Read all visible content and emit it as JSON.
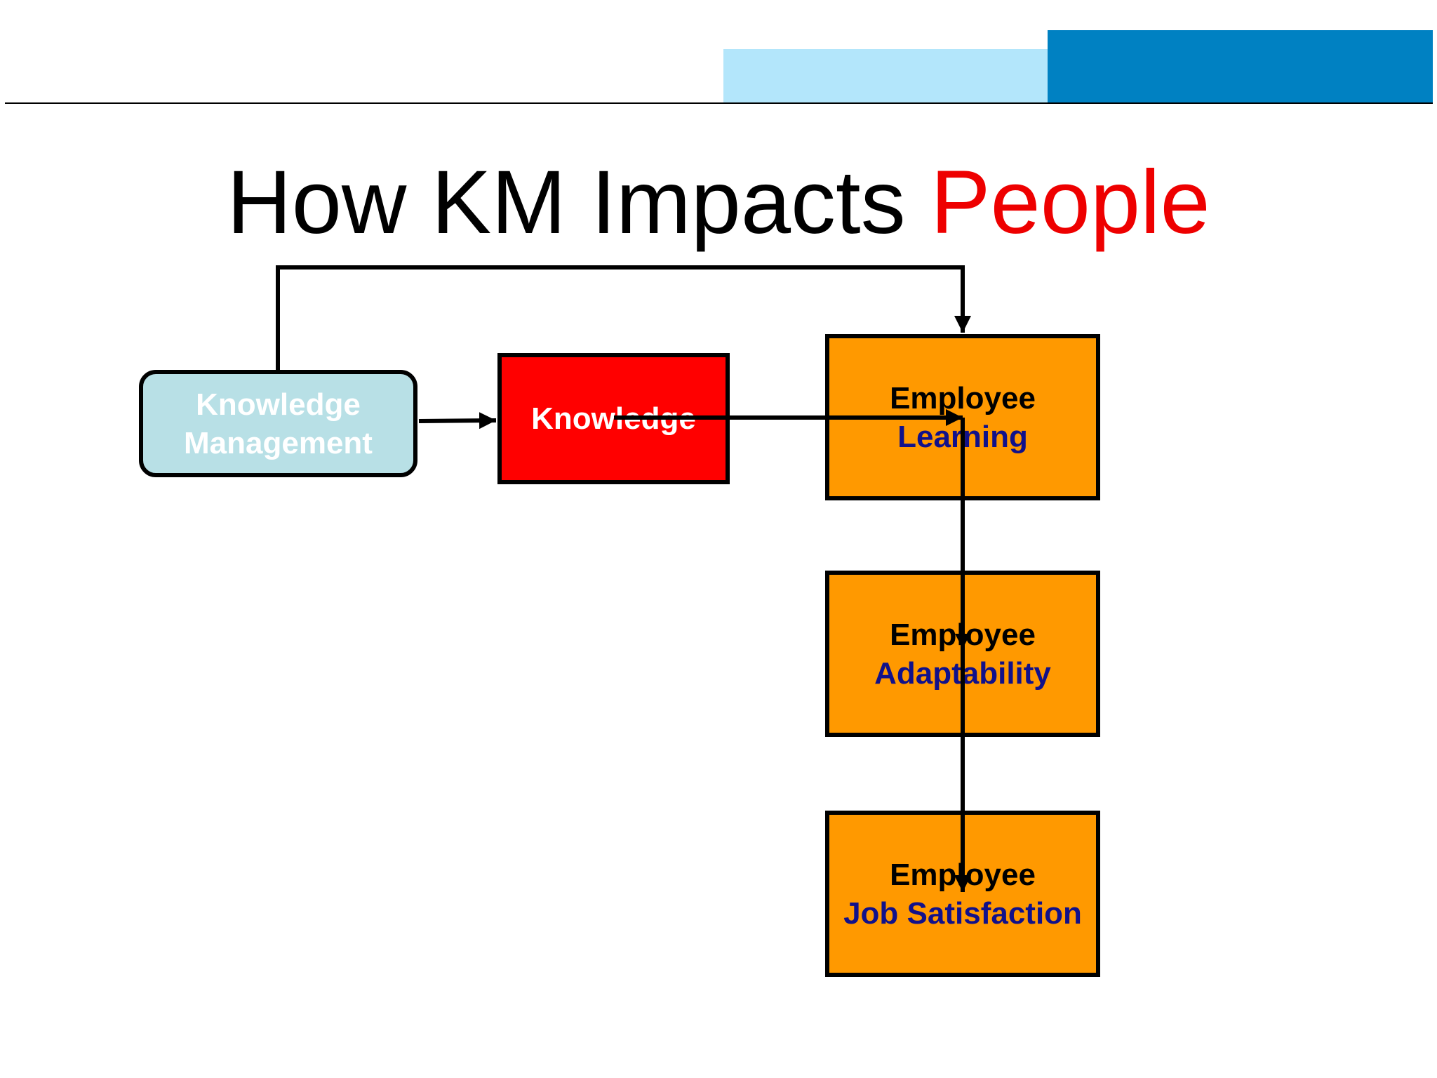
{
  "slide": {
    "title_main": "How KM Impacts ",
    "title_accent": "People"
  },
  "nodes": {
    "knowledge_management": {
      "line1": "Knowledge",
      "line2": "Management"
    },
    "knowledge": {
      "label": "Knowledge"
    },
    "employee_learning": {
      "line1": "Employee",
      "line2": "Learning"
    },
    "employee_adaptability": {
      "line1": "Employee",
      "line2": "Adaptability"
    },
    "employee_job_satisfaction": {
      "line1": "Employee",
      "line2": "Job Satisfaction"
    }
  },
  "edges": [
    {
      "from": "knowledge_management",
      "to": "employee_learning"
    },
    {
      "from": "knowledge_management",
      "to": "knowledge"
    },
    {
      "from": "knowledge",
      "to": "employee_learning"
    },
    {
      "from": "employee_learning",
      "to": "employee_job_satisfaction"
    }
  ],
  "colors": {
    "header_light": "#b3e6fb",
    "header_dark": "#0081c2",
    "title_accent": "#ee0000",
    "km_box": "#b8e0e6",
    "knowledge_box": "#ff0000",
    "employee_box": "#ff9900",
    "employee_subtitle": "#11118a"
  }
}
